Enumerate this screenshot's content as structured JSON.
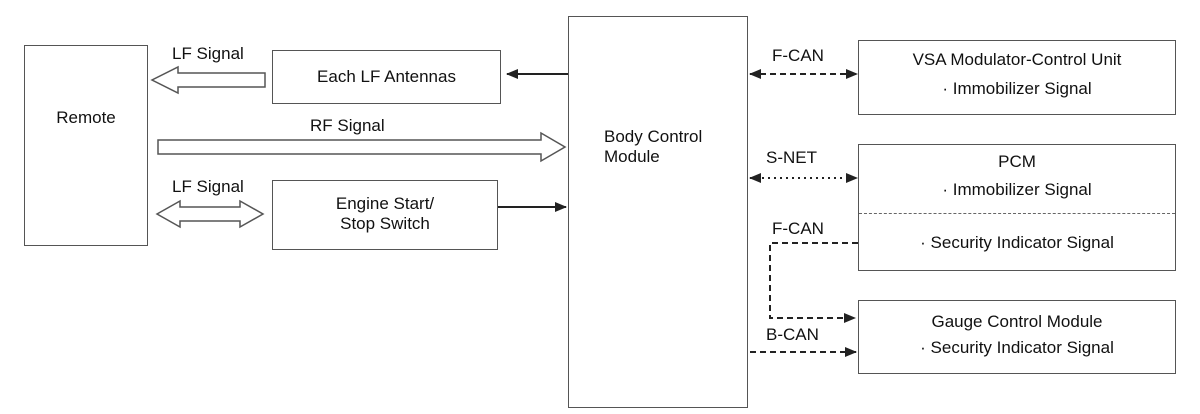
{
  "remote": {
    "label": "Remote"
  },
  "lf_antennas": {
    "label": "Each LF Antennas"
  },
  "start_switch": {
    "line1": "Engine Start/",
    "line2": "Stop Switch"
  },
  "bcm": {
    "line1": "Body Control",
    "line2": "Module"
  },
  "vsa": {
    "title": "VSA Modulator-Control Unit",
    "item": "· Immobilizer Signal"
  },
  "pcm": {
    "title": "PCM",
    "item1": "· Immobilizer Signal",
    "item2": "· Security Indicator Signal"
  },
  "gauge": {
    "title": "Gauge Control Module",
    "item": "· Security Indicator Signal"
  },
  "signals": {
    "lf_top": "LF Signal",
    "rf": "RF Signal",
    "lf_bottom": "LF Signal",
    "fcan_top": "F-CAN",
    "snet": "S-NET",
    "fcan_mid": "F-CAN",
    "bcan": "B-CAN"
  }
}
